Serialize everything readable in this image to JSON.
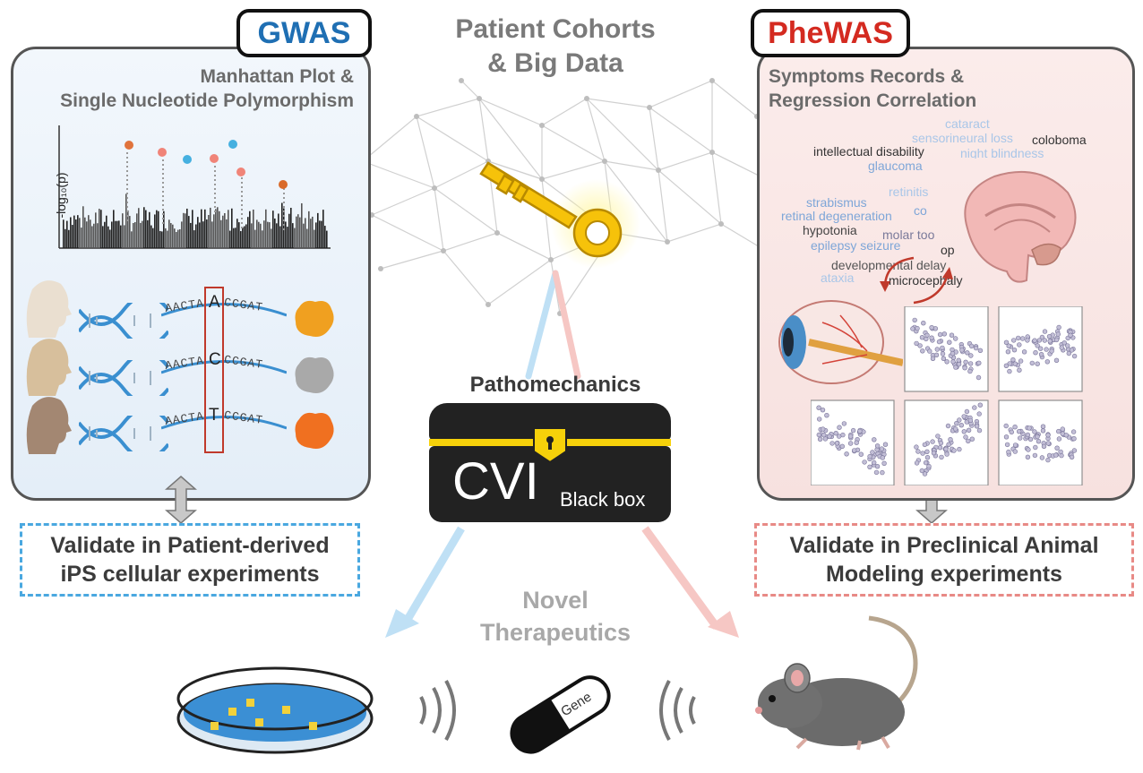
{
  "center": {
    "top_title_line1": "Patient Cohorts",
    "top_title_line2": "& Big Data",
    "pathomechanics": "Pathomechanics",
    "box_main": "CVI",
    "box_sub": "Black box",
    "novel_line1": "Novel",
    "novel_line2": "Therapeutics",
    "pill_label": "Gene"
  },
  "left": {
    "tag": "GWAS",
    "tag_color": "#1f6fb3",
    "subtitle_line1": "Manhattan Plot &",
    "subtitle_line2": "Single Nucleotide Polymorphism",
    "plot_ylabel": "-log₁₀(p)",
    "dna_rows": [
      {
        "prefix": "AACTA",
        "snp": "A",
        "suffix": "CCGAT",
        "blob_color": "#f0a020"
      },
      {
        "prefix": "AACTA",
        "snp": "C",
        "suffix": "CCGAT",
        "blob_color": "#a9a9a9"
      },
      {
        "prefix": "AACTA",
        "snp": "T",
        "suffix": "CCGAT",
        "blob_color": "#f07020"
      }
    ],
    "validate_line1": "Validate in Patient-derived",
    "validate_line2": "iPS cellular experiments",
    "validate_border": "#4aa8e0"
  },
  "right": {
    "tag": "PheWAS",
    "tag_color": "#d42a20",
    "subtitle_line1": "Symptoms Records &",
    "subtitle_line2": "Regression Correlation",
    "words": [
      "cataract",
      "sensorineural loss",
      "coloboma",
      "intellectual disability",
      "night blindness",
      "glaucoma",
      "retinitis",
      "strabismus",
      "co",
      "retinal degeneration",
      "hypotonia",
      "molar too",
      "epilepsy seizure",
      "op",
      "developmental delay",
      "ataxia",
      "microcephaly"
    ],
    "validate_line1": "Validate in Preclinical Animal",
    "validate_line2": "Modeling experiments",
    "validate_border": "#e88a86"
  }
}
